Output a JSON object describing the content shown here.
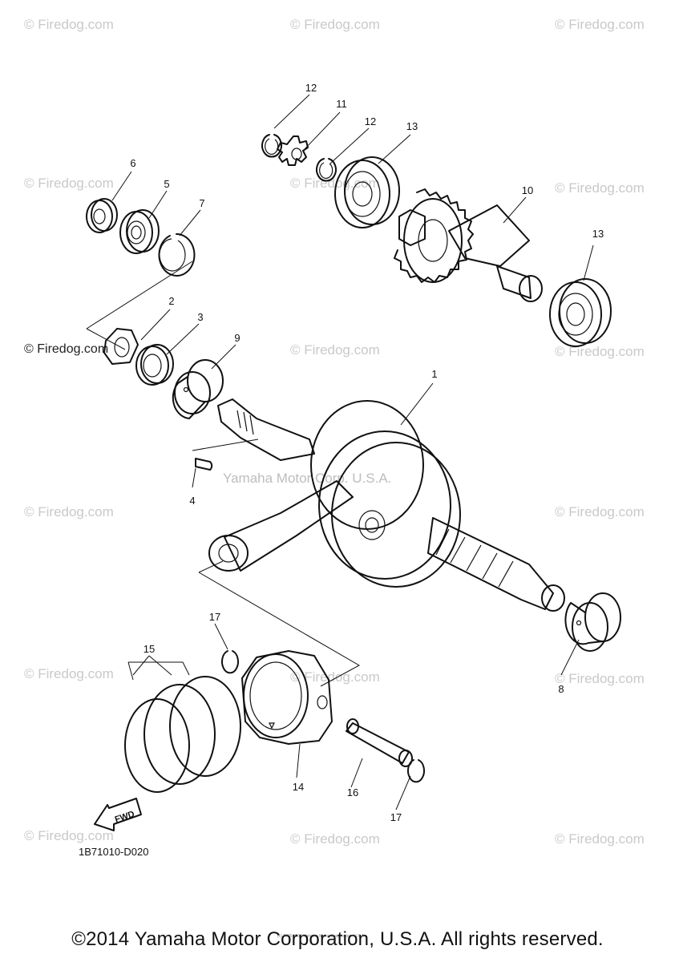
{
  "watermark": "© Firedog.com",
  "center_watermark": "Yamaha Motor Corp. U.S.A.",
  "diagram_code": "1B71010-D020",
  "fwd_label": "FWD",
  "fine_print": "(c) 2005-2016 Yamaha Motor Corporation, U.S.A.",
  "copyright": "©2014 Yamaha Motor Corporation, U.S.A. All rights reserved.",
  "callouts": [
    "1",
    "2",
    "3",
    "4",
    "5",
    "6",
    "7",
    "8",
    "9",
    "10",
    "11",
    "12",
    "12",
    "13",
    "13",
    "14",
    "15",
    "16",
    "17",
    "17"
  ]
}
